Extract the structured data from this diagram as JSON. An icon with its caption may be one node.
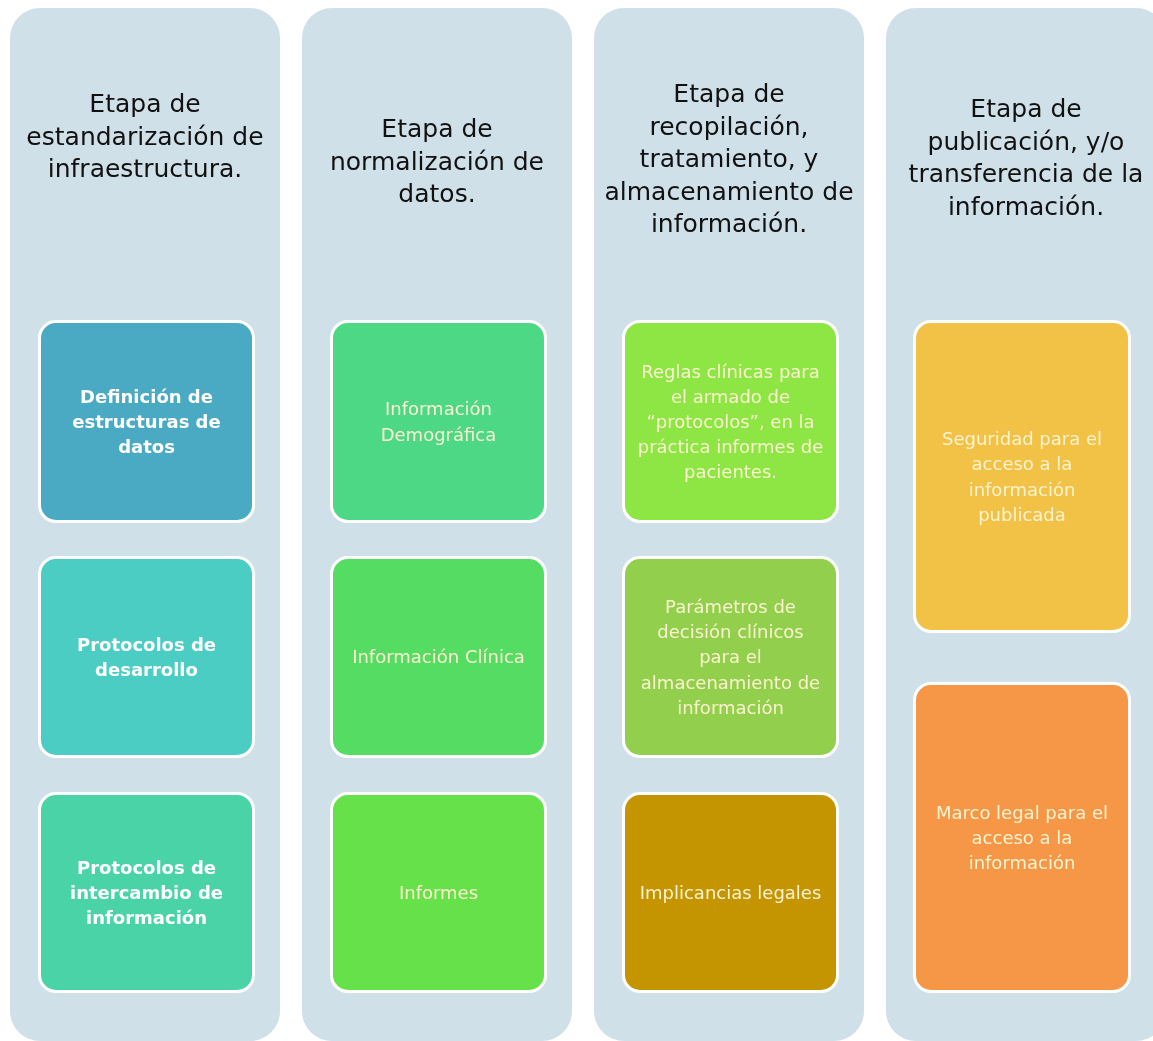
{
  "diagram": {
    "nodes": [
      {
        "text": [
          "Etapa de estandarización de infraestructura."
        ]
      },
      {
        "text": [
          "Definición de estructuras de datos"
        ],
        "in": 0
      },
      {
        "text": [
          "Protocolos de desarrollo"
        ],
        "in": 0
      },
      {
        "text": [
          "Protocolos de intercambio de información"
        ],
        "in": 0
      },
      {
        "text": [
          "Etapa de normalización de datos."
        ]
      },
      {
        "text": [
          "Información Demográfica"
        ],
        "in": 4
      },
      {
        "text": [
          "Información Clínica"
        ],
        "in": 4
      },
      {
        "text": [
          "Informes"
        ],
        "in": 4
      },
      {
        "text": [
          "Etapa de recopilación, tratamiento, y almacenamiento de información."
        ]
      },
      {
        "text": [
          "Reglas clínicas para el armado de “protocolos”, en la práctica informes de pacientes."
        ],
        "in": 8
      },
      {
        "text": [
          "Parámetros de decisión clínicos para el almacenamiento de información"
        ],
        "in": 8
      },
      {
        "text": [
          "Implicancias legales"
        ],
        "in": 8
      },
      {
        "text": [
          "Etapa de publicación, y/o transferencia de la información."
        ]
      },
      {
        "text": [
          "Seguridad para el acceso a la información publicada"
        ],
        "in": 12
      },
      {
        "text": [
          "Marco legal para el acceso a la información"
        ],
        "in": 12
      }
    ]
  }
}
